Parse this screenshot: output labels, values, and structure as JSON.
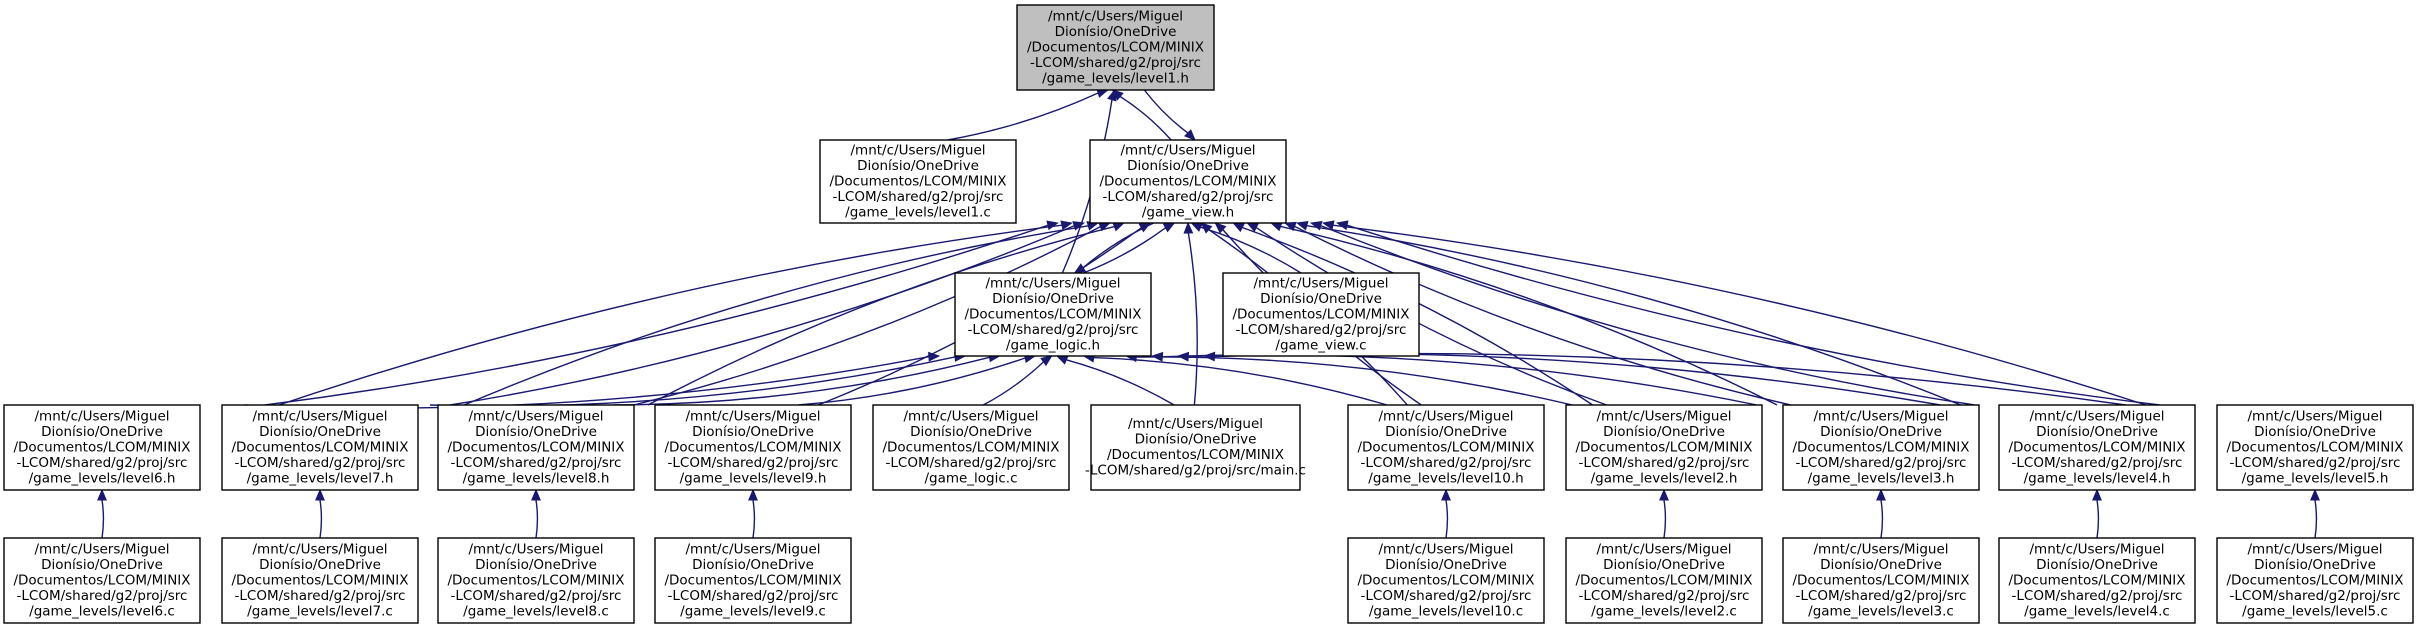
{
  "nodes": [
    {
      "id": "level1_h",
      "lines": [
        "/mnt/c/Users/Miguel",
        "Dionísio/OneDrive",
        "/Documentos/LCOM/MINIX",
        "-LCOM/shared/g2/proj/src",
        "/game_levels/level1.h"
      ],
      "highlighted": true
    },
    {
      "id": "level1_c",
      "lines": [
        "/mnt/c/Users/Miguel",
        "Dionísio/OneDrive",
        "/Documentos/LCOM/MINIX",
        "-LCOM/shared/g2/proj/src",
        "/game_levels/level1.c"
      ]
    },
    {
      "id": "game_view_h",
      "lines": [
        "/mnt/c/Users/Miguel",
        "Dionísio/OneDrive",
        "/Documentos/LCOM/MINIX",
        "-LCOM/shared/g2/proj/src",
        "/game_view.h"
      ]
    },
    {
      "id": "game_logic_h",
      "lines": [
        "/mnt/c/Users/Miguel",
        "Dionísio/OneDrive",
        "/Documentos/LCOM/MINIX",
        "-LCOM/shared/g2/proj/src",
        "/game_logic.h"
      ]
    },
    {
      "id": "game_view_c",
      "lines": [
        "/mnt/c/Users/Miguel",
        "Dionísio/OneDrive",
        "/Documentos/LCOM/MINIX",
        "-LCOM/shared/g2/proj/src",
        "/game_view.c"
      ]
    },
    {
      "id": "level6_h",
      "lines": [
        "/mnt/c/Users/Miguel",
        "Dionísio/OneDrive",
        "/Documentos/LCOM/MINIX",
        "-LCOM/shared/g2/proj/src",
        "/game_levels/level6.h"
      ]
    },
    {
      "id": "level7_h",
      "lines": [
        "/mnt/c/Users/Miguel",
        "Dionísio/OneDrive",
        "/Documentos/LCOM/MINIX",
        "-LCOM/shared/g2/proj/src",
        "/game_levels/level7.h"
      ]
    },
    {
      "id": "level8_h",
      "lines": [
        "/mnt/c/Users/Miguel",
        "Dionísio/OneDrive",
        "/Documentos/LCOM/MINIX",
        "-LCOM/shared/g2/proj/src",
        "/game_levels/level8.h"
      ]
    },
    {
      "id": "level9_h",
      "lines": [
        "/mnt/c/Users/Miguel",
        "Dionísio/OneDrive",
        "/Documentos/LCOM/MINIX",
        "-LCOM/shared/g2/proj/src",
        "/game_levels/level9.h"
      ]
    },
    {
      "id": "game_logic_c",
      "lines": [
        "/mnt/c/Users/Miguel",
        "Dionísio/OneDrive",
        "/Documentos/LCOM/MINIX",
        "-LCOM/shared/g2/proj/src",
        "/game_logic.c"
      ]
    },
    {
      "id": "main_c",
      "lines": [
        "/mnt/c/Users/Miguel",
        "Dionísio/OneDrive",
        "/Documentos/LCOM/MINIX",
        "-LCOM/shared/g2/proj/src/main.c"
      ]
    },
    {
      "id": "level10_h",
      "lines": [
        "/mnt/c/Users/Miguel",
        "Dionísio/OneDrive",
        "/Documentos/LCOM/MINIX",
        "-LCOM/shared/g2/proj/src",
        "/game_levels/level10.h"
      ]
    },
    {
      "id": "level2_h",
      "lines": [
        "/mnt/c/Users/Miguel",
        "Dionísio/OneDrive",
        "/Documentos/LCOM/MINIX",
        "-LCOM/shared/g2/proj/src",
        "/game_levels/level2.h"
      ]
    },
    {
      "id": "level3_h",
      "lines": [
        "/mnt/c/Users/Miguel",
        "Dionísio/OneDrive",
        "/Documentos/LCOM/MINIX",
        "-LCOM/shared/g2/proj/src",
        "/game_levels/level3.h"
      ]
    },
    {
      "id": "level4_h",
      "lines": [
        "/mnt/c/Users/Miguel",
        "Dionísio/OneDrive",
        "/Documentos/LCOM/MINIX",
        "-LCOM/shared/g2/proj/src",
        "/game_levels/level4.h"
      ]
    },
    {
      "id": "level5_h",
      "lines": [
        "/mnt/c/Users/Miguel",
        "Dionísio/OneDrive",
        "/Documentos/LCOM/MINIX",
        "-LCOM/shared/g2/proj/src",
        "/game_levels/level5.h"
      ]
    },
    {
      "id": "level6_c",
      "lines": [
        "/mnt/c/Users/Miguel",
        "Dionísio/OneDrive",
        "/Documentos/LCOM/MINIX",
        "-LCOM/shared/g2/proj/src",
        "/game_levels/level6.c"
      ]
    },
    {
      "id": "level7_c",
      "lines": [
        "/mnt/c/Users/Miguel",
        "Dionísio/OneDrive",
        "/Documentos/LCOM/MINIX",
        "-LCOM/shared/g2/proj/src",
        "/game_levels/level7.c"
      ]
    },
    {
      "id": "level8_c",
      "lines": [
        "/mnt/c/Users/Miguel",
        "Dionísio/OneDrive",
        "/Documentos/LCOM/MINIX",
        "-LCOM/shared/g2/proj/src",
        "/game_levels/level8.c"
      ]
    },
    {
      "id": "level9_c",
      "lines": [
        "/mnt/c/Users/Miguel",
        "Dionísio/OneDrive",
        "/Documentos/LCOM/MINIX",
        "-LCOM/shared/g2/proj/src",
        "/game_levels/level9.c"
      ]
    },
    {
      "id": "level10_c",
      "lines": [
        "/mnt/c/Users/Miguel",
        "Dionísio/OneDrive",
        "/Documentos/LCOM/MINIX",
        "-LCOM/shared/g2/proj/src",
        "/game_levels/level10.c"
      ]
    },
    {
      "id": "level2_c",
      "lines": [
        "/mnt/c/Users/Miguel",
        "Dionísio/OneDrive",
        "/Documentos/LCOM/MINIX",
        "-LCOM/shared/g2/proj/src",
        "/game_levels/level2.c"
      ]
    },
    {
      "id": "level3_c",
      "lines": [
        "/mnt/c/Users/Miguel",
        "Dionísio/OneDrive",
        "/Documentos/LCOM/MINIX",
        "-LCOM/shared/g2/proj/src",
        "/game_levels/level3.c"
      ]
    },
    {
      "id": "level4_c",
      "lines": [
        "/mnt/c/Users/Miguel",
        "Dionísio/OneDrive",
        "/Documentos/LCOM/MINIX",
        "-LCOM/shared/g2/proj/src",
        "/game_levels/level4.c"
      ]
    },
    {
      "id": "level5_c",
      "lines": [
        "/mnt/c/Users/Miguel",
        "Dionísio/OneDrive",
        "/Documentos/LCOM/MINIX",
        "-LCOM/shared/g2/proj/src",
        "/game_levels/level5.c"
      ]
    }
  ],
  "edges": [
    {
      "from": "level1_c",
      "to": "level1_h"
    },
    {
      "from": "game_view_h",
      "to": "level1_h"
    },
    {
      "from": "game_logic_h",
      "to": "level1_h"
    },
    {
      "from": "level1_h",
      "to": "game_view_h"
    },
    {
      "from": "game_view_c",
      "to": "game_view_h"
    },
    {
      "from": "game_logic_h",
      "to": "game_view_h"
    },
    {
      "from": "game_view_h",
      "to": "game_logic_h"
    },
    {
      "from": "main_c",
      "to": "game_view_h"
    },
    {
      "from": "level6_h",
      "to": "game_view_h"
    },
    {
      "from": "level6_h",
      "to": "game_view_h"
    },
    {
      "from": "level7_h",
      "to": "game_view_h"
    },
    {
      "from": "level7_h",
      "to": "game_view_h"
    },
    {
      "from": "level8_h",
      "to": "game_view_h"
    },
    {
      "from": "level8_h",
      "to": "game_view_h"
    },
    {
      "from": "level9_h",
      "to": "game_view_h"
    },
    {
      "from": "level10_h",
      "to": "game_view_h"
    },
    {
      "from": "level10_h",
      "to": "game_view_h"
    },
    {
      "from": "level2_h",
      "to": "game_view_h"
    },
    {
      "from": "level2_h",
      "to": "game_view_h"
    },
    {
      "from": "level3_h",
      "to": "game_view_h"
    },
    {
      "from": "level3_h",
      "to": "game_view_h"
    },
    {
      "from": "level4_h",
      "to": "game_view_h"
    },
    {
      "from": "level4_h",
      "to": "game_view_h"
    },
    {
      "from": "level5_h",
      "to": "game_view_h"
    },
    {
      "from": "level5_h",
      "to": "game_view_h"
    },
    {
      "from": "level6_h",
      "to": "game_logic_h"
    },
    {
      "from": "level7_h",
      "to": "game_logic_h"
    },
    {
      "from": "level8_h",
      "to": "game_logic_h"
    },
    {
      "from": "level9_h",
      "to": "game_logic_h"
    },
    {
      "from": "game_logic_c",
      "to": "game_logic_h"
    },
    {
      "from": "main_c",
      "to": "game_logic_h"
    },
    {
      "from": "level10_h",
      "to": "game_logic_h"
    },
    {
      "from": "level2_h",
      "to": "game_logic_h"
    },
    {
      "from": "level3_h",
      "to": "game_logic_h"
    },
    {
      "from": "level4_h",
      "to": "game_logic_h"
    },
    {
      "from": "level5_h",
      "to": "game_logic_h"
    },
    {
      "from": "level6_c",
      "to": "level6_h"
    },
    {
      "from": "level7_c",
      "to": "level7_h"
    },
    {
      "from": "level8_c",
      "to": "level8_h"
    },
    {
      "from": "level9_c",
      "to": "level9_h"
    },
    {
      "from": "level10_c",
      "to": "level10_h"
    },
    {
      "from": "level2_c",
      "to": "level2_h"
    },
    {
      "from": "level3_c",
      "to": "level3_h"
    },
    {
      "from": "level4_c",
      "to": "level4_h"
    },
    {
      "from": "level5_c",
      "to": "level5_h"
    }
  ],
  "colors": {
    "edge": "#191970",
    "highlight_fill": "#bfbfbf",
    "box_stroke": "#000000",
    "background": "#ffffff"
  }
}
